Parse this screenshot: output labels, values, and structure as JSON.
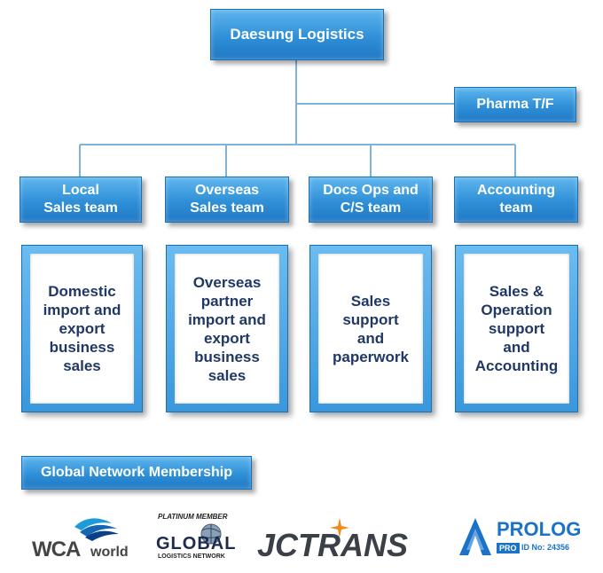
{
  "root": {
    "label": "Daesung Logistics"
  },
  "side": {
    "label": "Pharma T/F"
  },
  "teams": [
    {
      "label": "Local\nSales team",
      "description": "Domestic\nimport and\nexport\nbusiness\nsales"
    },
    {
      "label": "Overseas\nSales team",
      "description": "Overseas\npartner\nimport and\nexport\nbusiness\nsales"
    },
    {
      "label": "Docs Ops and\nC/S team",
      "description": "Sales\nsupport\nand\npaperwork"
    },
    {
      "label": "Accounting\nteam",
      "description": "Sales &\nOperation\nsupport\nand\nAccounting"
    }
  ],
  "membership": {
    "label": "Global Network Membership"
  },
  "logos": {
    "wca": {
      "main": "WCA",
      "sub": "world"
    },
    "global": {
      "top": "PLATINUM MEMBER",
      "main": "GLOBAL",
      "sub": "LOGISTICS NETWORK"
    },
    "jctrans": {
      "main": "JCTRANS"
    },
    "prolog": {
      "main": "PROLOG",
      "badge": "PRO",
      "id": "ID No: 24356"
    }
  },
  "colors": {
    "box_blue": "#2f8fd7",
    "line": "#7fb3d9",
    "text_dark": "#1f3864",
    "jctrans_orange": "#f08a1c",
    "prolog_blue": "#1a73c9"
  }
}
